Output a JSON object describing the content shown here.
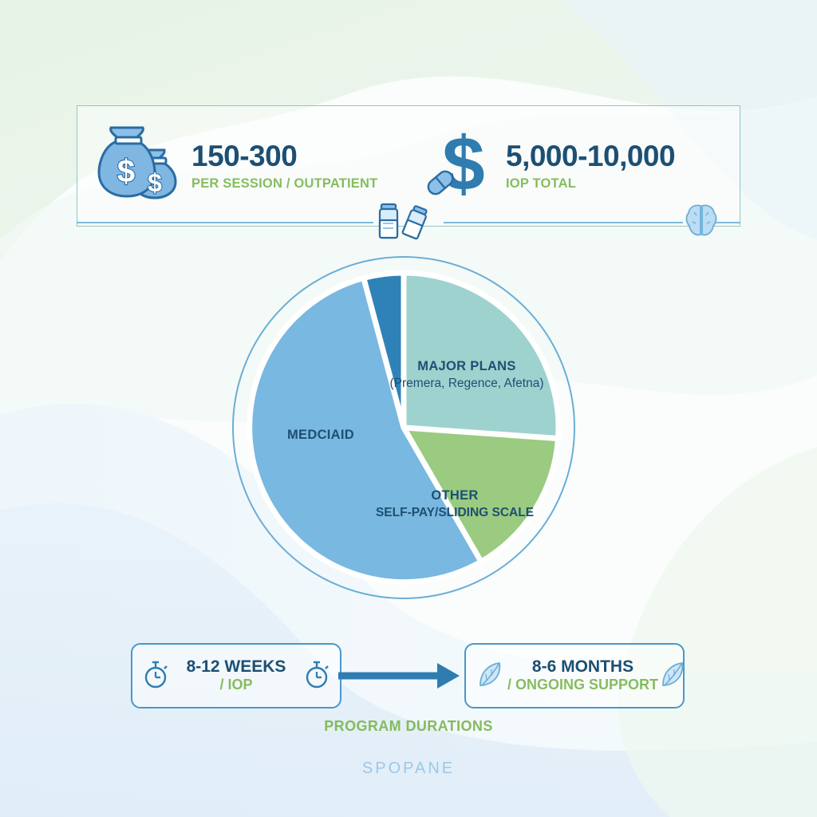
{
  "theme": {
    "navy": "#1d4f73",
    "green": "#86bc5f",
    "blue": "#4a97c9",
    "teal_border": "#8fc8c4",
    "footer_blue": "#9cc8e8"
  },
  "stats": [
    {
      "icon": "money-bags-icon",
      "value": "150-300",
      "label": "PER SESSION / OUTPATIENT"
    },
    {
      "icon": "dollar-sign-icon",
      "value": "5,000-10,000",
      "label": "IOP TOTAL"
    }
  ],
  "decorations": [
    {
      "icon": "vials-icon"
    },
    {
      "icon": "pill-icon"
    },
    {
      "icon": "brain-icon"
    }
  ],
  "chart_data": {
    "type": "pie",
    "title": "",
    "legend_position": "inside-slices",
    "categories": [
      "MAJOR PLANS (Premera, Regence, Afetna)",
      "OTHER SELF-PAY/SLIDING SCALE",
      "MEDCIAID",
      "OTHER"
    ],
    "values": [
      24,
      18,
      54,
      4
    ],
    "colors": [
      "#9ed2ce",
      "#9acb80",
      "#79b8e0",
      "#2e82b8"
    ],
    "labels": [
      {
        "title": "MAJOR PLANS",
        "sub": "(Premera, Regence, Afetna)"
      },
      {
        "title": "OTHER",
        "sub": "SELF-PAY/SLIDING SCALE"
      },
      {
        "title": "MEDCIAID",
        "sub": ""
      }
    ],
    "slices": [
      {
        "name": "MAJOR PLANS",
        "start_deg": 0,
        "end_deg": 86,
        "color": "#9ed2ce"
      },
      {
        "name": "OTHER SELF-PAY/SLIDING SCALE",
        "start_deg": 86,
        "end_deg": 150,
        "color": "#9acb80"
      },
      {
        "name": "MEDCIAID",
        "start_deg": 150,
        "end_deg": 345,
        "color": "#79b8e0"
      },
      {
        "name": "OTHER",
        "start_deg": 345,
        "end_deg": 360,
        "color": "#2e82b8"
      }
    ]
  },
  "timeline": {
    "left": {
      "value": "8-12 WEEKS",
      "sub": "/ IOP",
      "icon": "stopwatch-icon"
    },
    "right": {
      "value": "8-6 MONTHS",
      "sub": "/ ONGOING SUPPORT",
      "icon": "leaf-icon"
    },
    "arrow": "arrow-right-icon"
  },
  "caption": "PROGRAM DURATIONS",
  "footer": "SPOPANE"
}
